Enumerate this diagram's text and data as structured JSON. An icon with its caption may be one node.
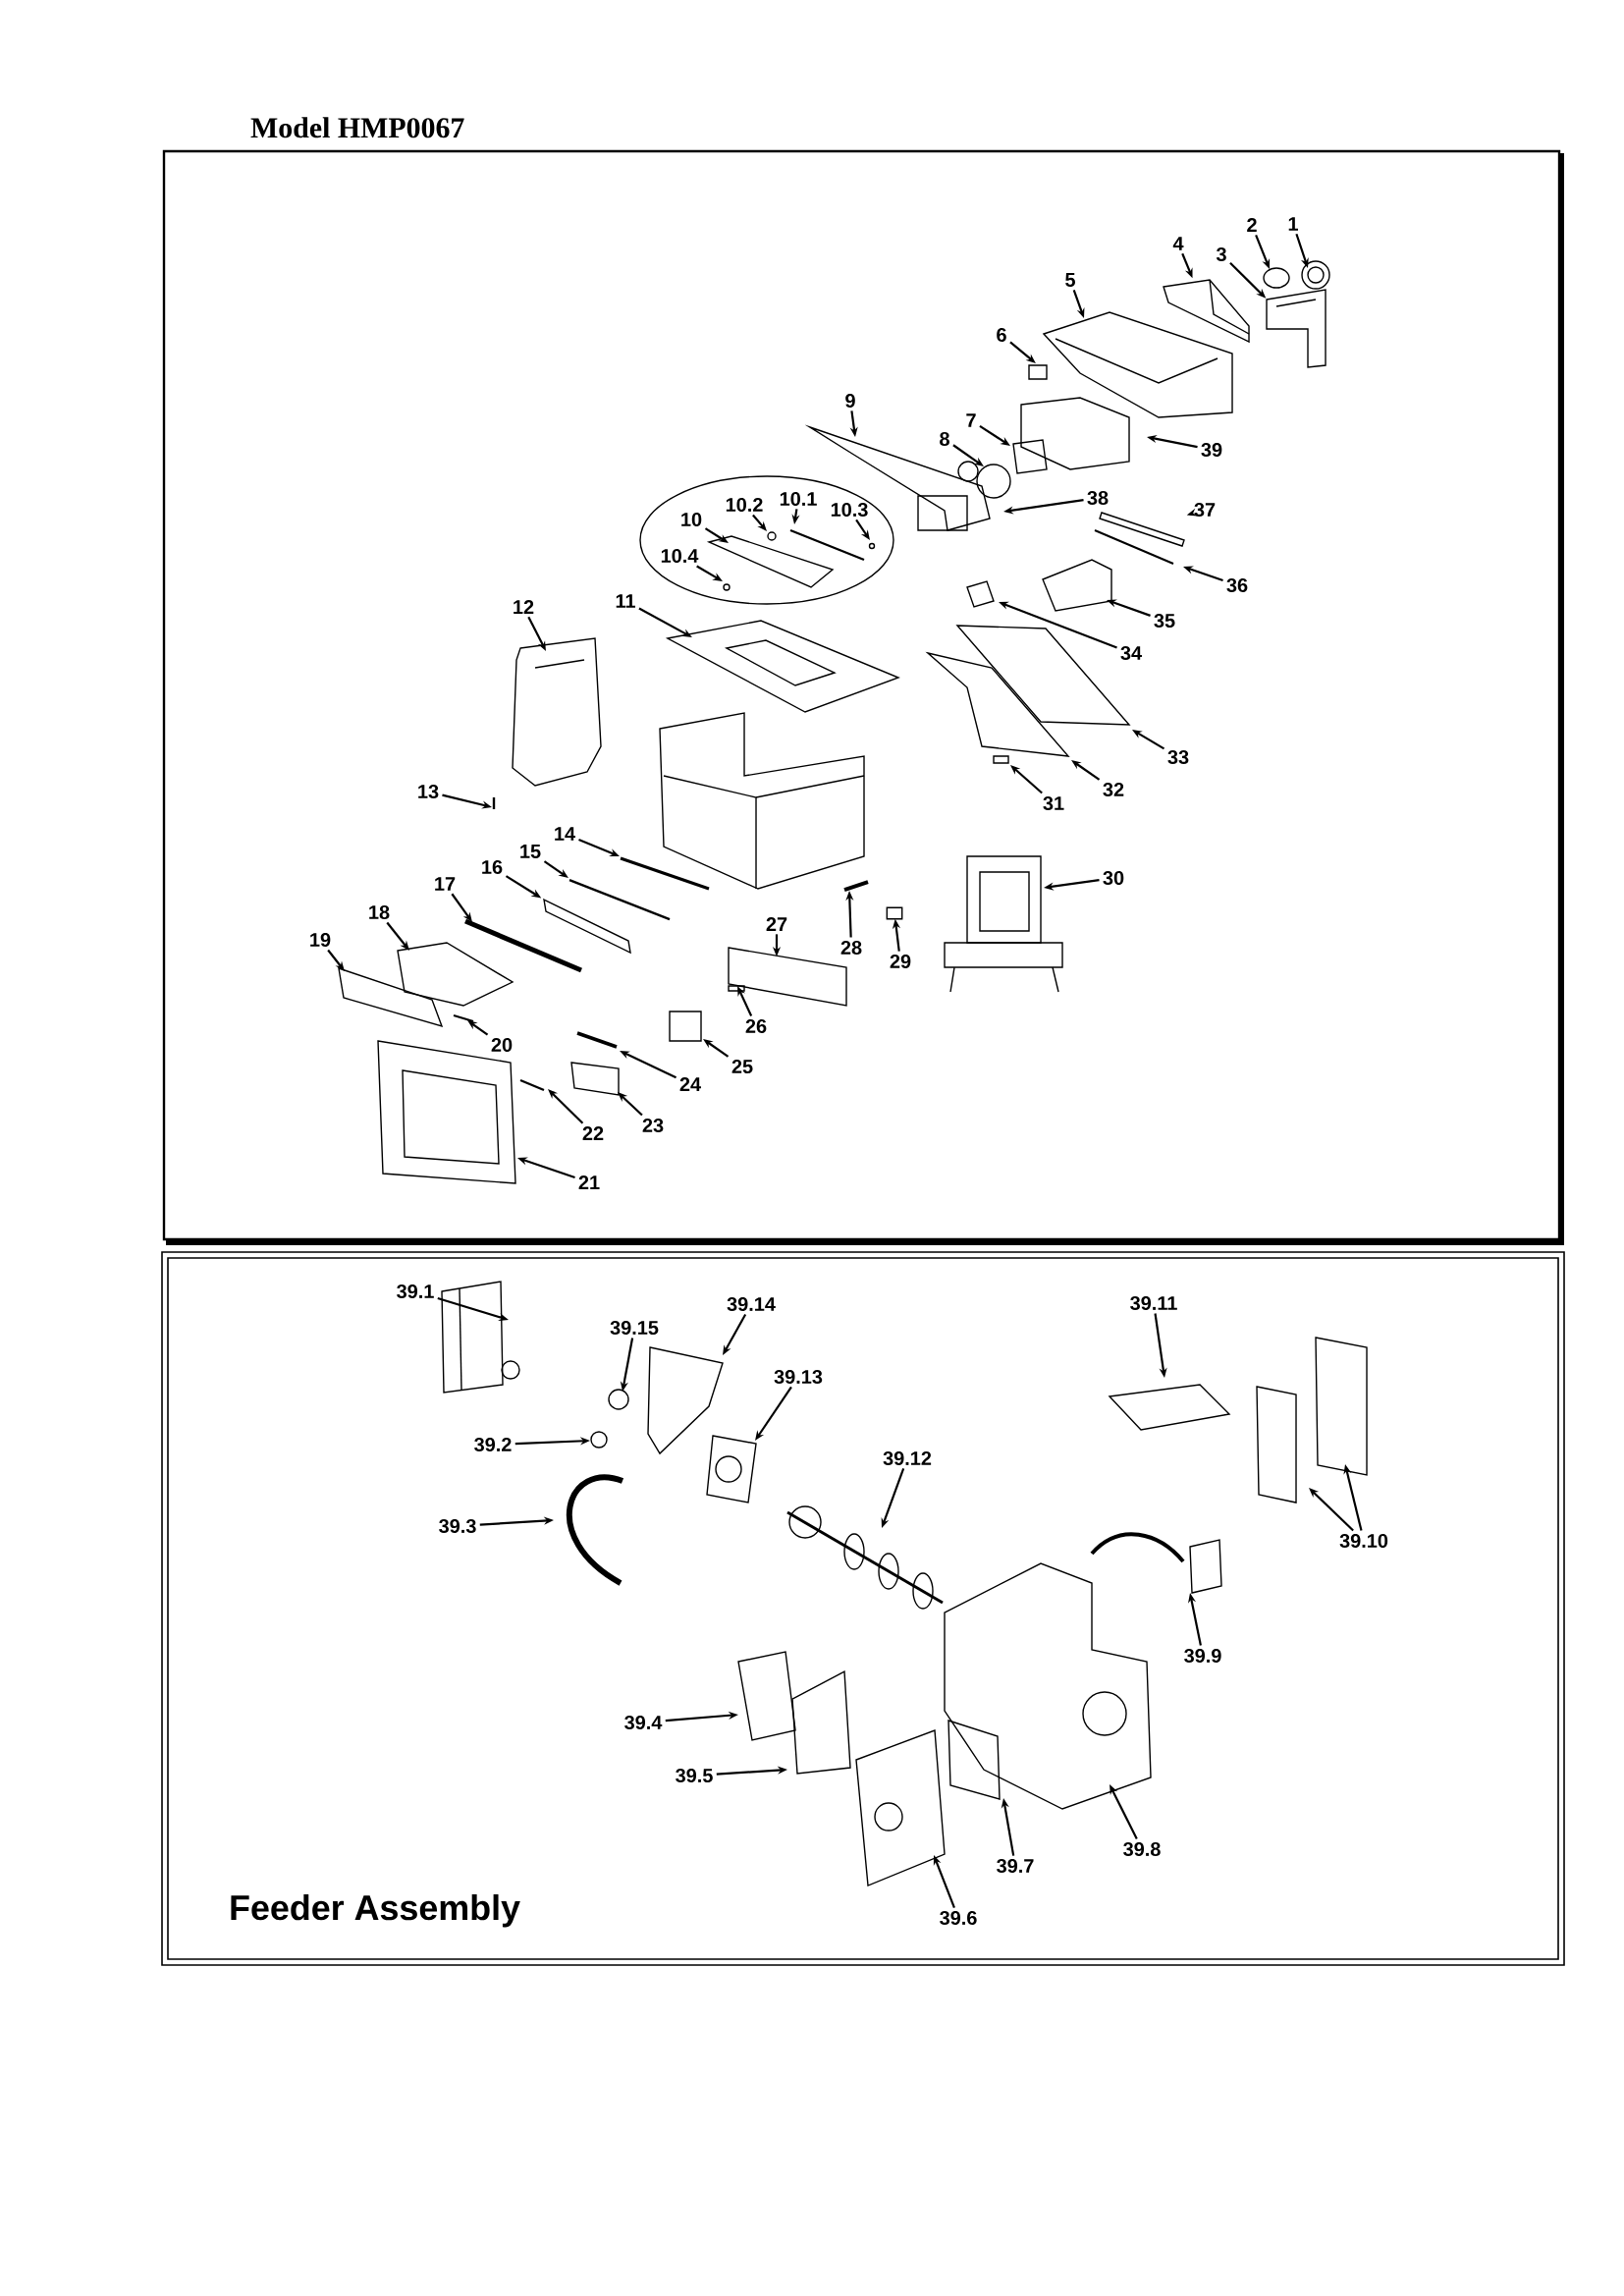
{
  "diagram": {
    "title": "Model HMP0067",
    "nodes": [
      {
        "text": [
          "2"
        ]
      },
      {
        "text": [
          "1"
        ]
      },
      {
        "text": [
          "4"
        ]
      },
      {
        "text": [
          "3"
        ]
      },
      {
        "text": [
          "5"
        ]
      },
      {
        "text": [
          "6"
        ]
      },
      {
        "text": [
          "9"
        ]
      },
      {
        "text": [
          "7"
        ]
      },
      {
        "text": [
          "8"
        ]
      },
      {
        "text": [
          "39"
        ]
      },
      {
        "text": [
          "38"
        ]
      },
      {
        "text": [
          "10.2"
        ]
      },
      {
        "text": [
          "10.1"
        ]
      },
      {
        "text": [
          "10.3"
        ]
      },
      {
        "text": [
          "10"
        ]
      },
      {
        "text": [
          "37"
        ]
      },
      {
        "text": [
          "10.4"
        ]
      },
      {
        "text": [
          "11"
        ]
      },
      {
        "text": [
          "12"
        ]
      },
      {
        "text": [
          "36"
        ]
      },
      {
        "text": [
          "35"
        ]
      },
      {
        "text": [
          "34"
        ]
      },
      {
        "text": [
          "33"
        ]
      },
      {
        "text": [
          "32"
        ]
      },
      {
        "text": [
          "31"
        ]
      },
      {
        "text": [
          "13"
        ]
      },
      {
        "text": [
          "14"
        ]
      },
      {
        "text": [
          "15"
        ]
      },
      {
        "text": [
          "16"
        ]
      },
      {
        "text": [
          "17"
        ]
      },
      {
        "text": [
          "18"
        ]
      },
      {
        "text": [
          "19"
        ]
      },
      {
        "text": [
          "30"
        ]
      },
      {
        "text": [
          "27"
        ]
      },
      {
        "text": [
          "28"
        ]
      },
      {
        "text": [
          "29"
        ]
      },
      {
        "text": [
          "20"
        ]
      },
      {
        "text": [
          "26"
        ]
      },
      {
        "text": [
          "25"
        ]
      },
      {
        "text": [
          "24"
        ]
      },
      {
        "text": [
          "23"
        ]
      },
      {
        "text": [
          "22"
        ]
      },
      {
        "text": [
          "21"
        ]
      },
      {
        "text": [
          "39.1"
        ]
      },
      {
        "text": [
          "39.15"
        ]
      },
      {
        "text": [
          "39.14"
        ]
      },
      {
        "text": [
          "39.13"
        ]
      },
      {
        "text": [
          "39.2"
        ]
      },
      {
        "text": [
          "39.12"
        ]
      },
      {
        "text": [
          "39.11"
        ]
      },
      {
        "text": [
          "39.3"
        ]
      },
      {
        "text": [
          "39.10"
        ]
      },
      {
        "text": [
          "39.9"
        ]
      },
      {
        "text": [
          "39.4"
        ]
      },
      {
        "text": [
          "39.5"
        ]
      },
      {
        "text": [
          "39.8"
        ]
      },
      {
        "text": [
          "39.7"
        ]
      },
      {
        "text": [
          "39.6"
        ]
      },
      {
        "text": [],
        "shape": "picture"
      },
      {
        "text": [],
        "shape": "bar"
      },
      {
        "text": [],
        "shape": "bar"
      },
      {
        "text": [],
        "shape": "box"
      },
      {
        "text": [],
        "shape": "picture"
      }
    ],
    "edges": [
      {
        "from": 0,
        "to": null,
        "arrow": "to"
      },
      {
        "from": 1,
        "to": null,
        "arrow": "to"
      },
      {
        "from": 2,
        "to": 58,
        "arrow": "to"
      },
      {
        "from": 3,
        "to": 62,
        "arrow": "to"
      },
      {
        "from": 4,
        "to": null,
        "arrow": "to"
      },
      {
        "from": 5,
        "to": null,
        "arrow": "to"
      },
      {
        "from": 6,
        "to": null,
        "arrow": "to"
      },
      {
        "from": 7,
        "to": null,
        "arrow": "to"
      },
      {
        "from": 8,
        "to": null,
        "arrow": "to"
      },
      {
        "from": 9,
        "to": null,
        "arrow": "to"
      },
      {
        "from": 10,
        "to": null,
        "arrow": "to"
      },
      {
        "from": 11,
        "to": null,
        "arrow": "to"
      },
      {
        "from": 12,
        "to": null,
        "arrow": "to"
      },
      {
        "from": 13,
        "to": null,
        "arrow": "to"
      },
      {
        "from": 14,
        "to": null,
        "arrow": "to"
      },
      {
        "from": 15,
        "to": 59,
        "arrow": "to"
      },
      {
        "from": 16,
        "to": null,
        "arrow": "to"
      },
      {
        "from": 17,
        "to": null,
        "arrow": "to"
      },
      {
        "from": 18,
        "to": null,
        "arrow": "to"
      },
      {
        "from": 19,
        "to": null,
        "arrow": "to"
      },
      {
        "from": 20,
        "to": null,
        "arrow": "to"
      },
      {
        "from": 21,
        "to": null,
        "arrow": "to"
      },
      {
        "from": 22,
        "to": null,
        "arrow": "to"
      },
      {
        "from": 23,
        "to": null,
        "arrow": "to"
      },
      {
        "from": 24,
        "to": null,
        "arrow": "to"
      },
      {
        "from": 25,
        "to": null,
        "arrow": "to"
      },
      {
        "from": 26,
        "to": null,
        "arrow": "to"
      },
      {
        "from": 27,
        "to": null,
        "arrow": "to"
      },
      {
        "from": 28,
        "to": 60,
        "arrow": "to"
      },
      {
        "from": 29,
        "to": null,
        "arrow": "to"
      },
      {
        "from": 30,
        "to": null,
        "arrow": "to"
      },
      {
        "from": 31,
        "to": null,
        "arrow": "to"
      },
      {
        "from": 32,
        "to": null,
        "arrow": "to"
      },
      {
        "from": 33,
        "to": null,
        "arrow": "to"
      },
      {
        "from": 34,
        "to": null,
        "arrow": "to"
      },
      {
        "from": 35,
        "to": 61,
        "arrow": "to"
      },
      {
        "from": 36,
        "to": null,
        "arrow": "to"
      },
      {
        "from": 37,
        "to": null,
        "arrow": "to"
      },
      {
        "from": 38,
        "to": null,
        "arrow": "to"
      },
      {
        "from": 39,
        "to": null,
        "arrow": "to"
      },
      {
        "from": 40,
        "to": null,
        "arrow": "to"
      },
      {
        "from": 41,
        "to": null,
        "arrow": "to"
      },
      {
        "from": 42,
        "to": null,
        "arrow": "to"
      },
      {
        "from": 43,
        "to": null,
        "arrow": "to"
      },
      {
        "from": 44,
        "to": null,
        "arrow": "to"
      },
      {
        "from": 45,
        "to": null,
        "arrow": "to"
      },
      {
        "from": 46,
        "to": null,
        "arrow": "to"
      },
      {
        "from": 47,
        "to": null,
        "arrow": "to"
      },
      {
        "from": 48,
        "to": null,
        "arrow": "to"
      },
      {
        "from": 49,
        "to": null,
        "arrow": "to"
      },
      {
        "from": 50,
        "to": null,
        "arrow": "to"
      },
      {
        "from": 51,
        "to": null,
        "arrow": "to"
      },
      {
        "from": 51,
        "to": null,
        "arrow": "to"
      },
      {
        "from": 52,
        "to": null,
        "arrow": "to"
      },
      {
        "from": 53,
        "to": null,
        "arrow": "to"
      },
      {
        "from": 54,
        "to": null,
        "arrow": "to"
      },
      {
        "from": 55,
        "to": null,
        "arrow": "to"
      },
      {
        "from": 56,
        "to": null,
        "arrow": "to"
      },
      {
        "from": 57,
        "to": null,
        "arrow": "to"
      }
    ],
    "labels": [
      "Feeder Assembly"
    ]
  }
}
